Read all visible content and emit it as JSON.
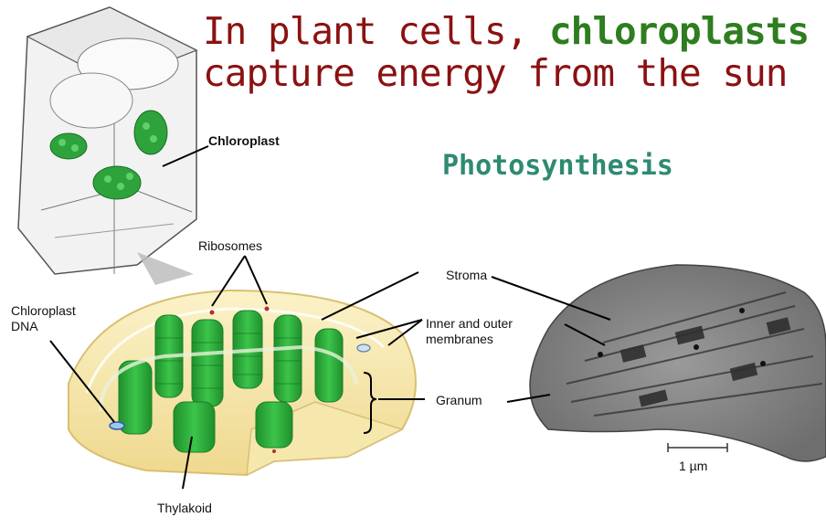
{
  "title": {
    "line1_prefix": "In plant cells, ",
    "line1_highlight": "chloroplasts",
    "line2": "capture energy from the sun"
  },
  "subheading": "Photosynthesis",
  "labels": {
    "chloroplast": "Chloroplast",
    "ribosomes": "Ribosomes",
    "chloroplast_dna": "Chloroplast\nDNA",
    "stroma": "Stroma",
    "inner_outer_membranes": "Inner and outer\nmembranes",
    "granum": "Granum",
    "thylakoid": "Thylakoid",
    "scale_bar": "1 µm"
  },
  "colors": {
    "title": "#8b1111",
    "highlight": "#2e7d1f",
    "subheading": "#2e8a72",
    "thylakoid_green": "#2fae3c",
    "envelope_yellow": "#f4e3a0"
  }
}
